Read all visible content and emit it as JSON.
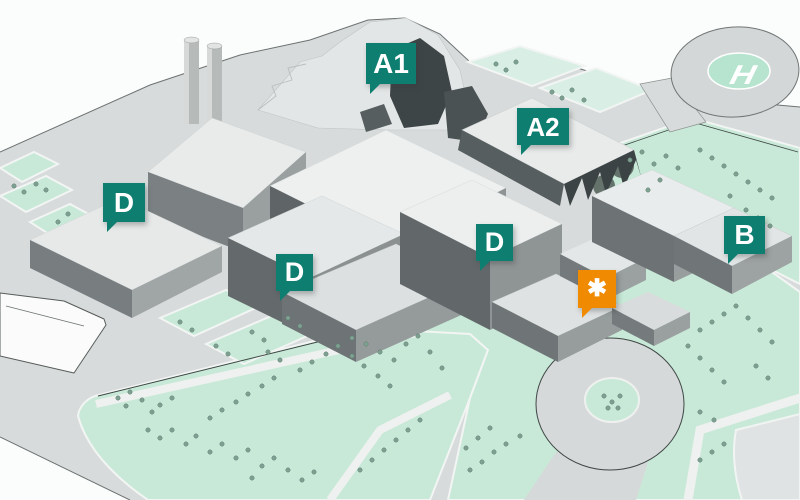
{
  "map": {
    "markers": [
      {
        "id": "a1",
        "label": "A1"
      },
      {
        "id": "a2",
        "label": "A2"
      },
      {
        "id": "d-west",
        "label": "D"
      },
      {
        "id": "d-central",
        "label": "D"
      },
      {
        "id": "d-east",
        "label": "D"
      },
      {
        "id": "b",
        "label": "B"
      },
      {
        "id": "highlight",
        "label": "✱"
      }
    ],
    "helipad_label": "H",
    "colors": {
      "marker_teal": "#0e7e71",
      "marker_orange": "#f08a00",
      "lawn_green": "#c8e9d8",
      "pavement_gray": "#d8dbdb",
      "building_top": "#edefef",
      "building_side_dark": "#62686a",
      "building_side_light": "#9aa0a0",
      "dark_building": "#3e4547",
      "helipad_green": "#b7e4cf"
    }
  }
}
